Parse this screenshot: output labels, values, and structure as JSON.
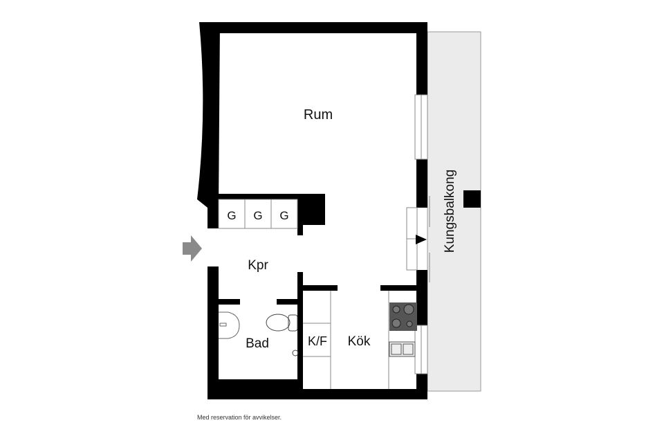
{
  "rooms": {
    "living": "Rum",
    "hall": "Kpr",
    "bath": "Bad",
    "fridge": "K/F",
    "kitchen": "Kök",
    "balcony": "Kungsbalkong",
    "closet1": "G",
    "closet2": "G",
    "closet3": "G"
  },
  "footer": "Med reservation för avvikelser.",
  "colors": {
    "wall": "#000000",
    "balcony": "#ebebeb",
    "entrance_arrow": "#8a8a8a"
  }
}
